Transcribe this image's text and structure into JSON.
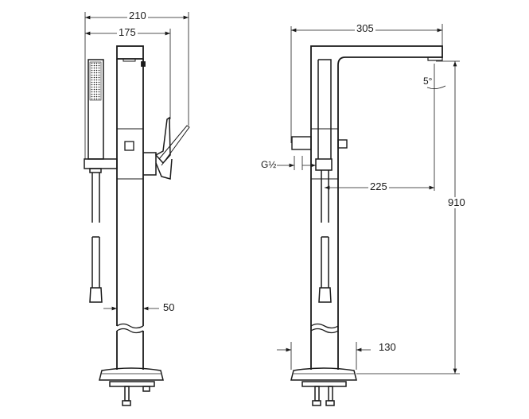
{
  "side_view": {
    "dim_overall_width": "210",
    "dim_lever_width": "175",
    "dim_column": "50"
  },
  "front_view": {
    "dim_spout_reach": "305",
    "dim_angle": "5°",
    "dim_connection": "G½",
    "dim_spout_offset": "225",
    "dim_height": "910",
    "dim_base": "130"
  },
  "colors": {
    "line": "#1a1a1a",
    "background": "#ffffff"
  }
}
